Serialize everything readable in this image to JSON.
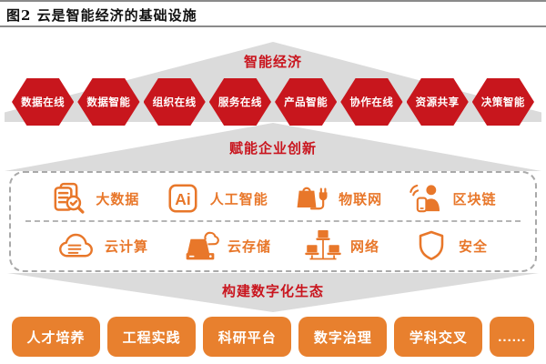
{
  "title": "图2  云是智能经济的基础设施",
  "colors": {
    "red": "#c8161d",
    "orange": "#e8772a",
    "orange_box": "#e8802e",
    "gray_shape": "#dbdbdb",
    "line_gray": "#8a8a8a"
  },
  "top_banner": {
    "label": "智能经济"
  },
  "hexagons": [
    "数据在线",
    "数据智能",
    "组织在线",
    "服务在线",
    "产品智能",
    "协作在线",
    "资源共享",
    "决策智能"
  ],
  "middle_banner": {
    "label": "赋能企业创新"
  },
  "capability_box": {
    "rows": [
      {
        "items": [
          {
            "icon": "big-data-icon",
            "label": "大数据"
          },
          {
            "icon": "ai-icon",
            "icon_text": "Ai",
            "label": "人工智能"
          },
          {
            "icon": "iot-icon",
            "label": "物联网"
          },
          {
            "icon": "blockchain-icon",
            "label": "区块链"
          }
        ]
      },
      {
        "items": [
          {
            "icon": "cloud-computing-icon",
            "label": "云计算"
          },
          {
            "icon": "cloud-storage-icon",
            "label": "云存储"
          },
          {
            "icon": "network-icon",
            "label": "网络"
          },
          {
            "icon": "security-icon",
            "label": "安全"
          }
        ]
      }
    ]
  },
  "bottom_banner": {
    "label": "构建数字化生态"
  },
  "bottom_boxes": [
    "人才培养",
    "工程实践",
    "科研平台",
    "数字治理",
    "学科交叉",
    "......"
  ]
}
